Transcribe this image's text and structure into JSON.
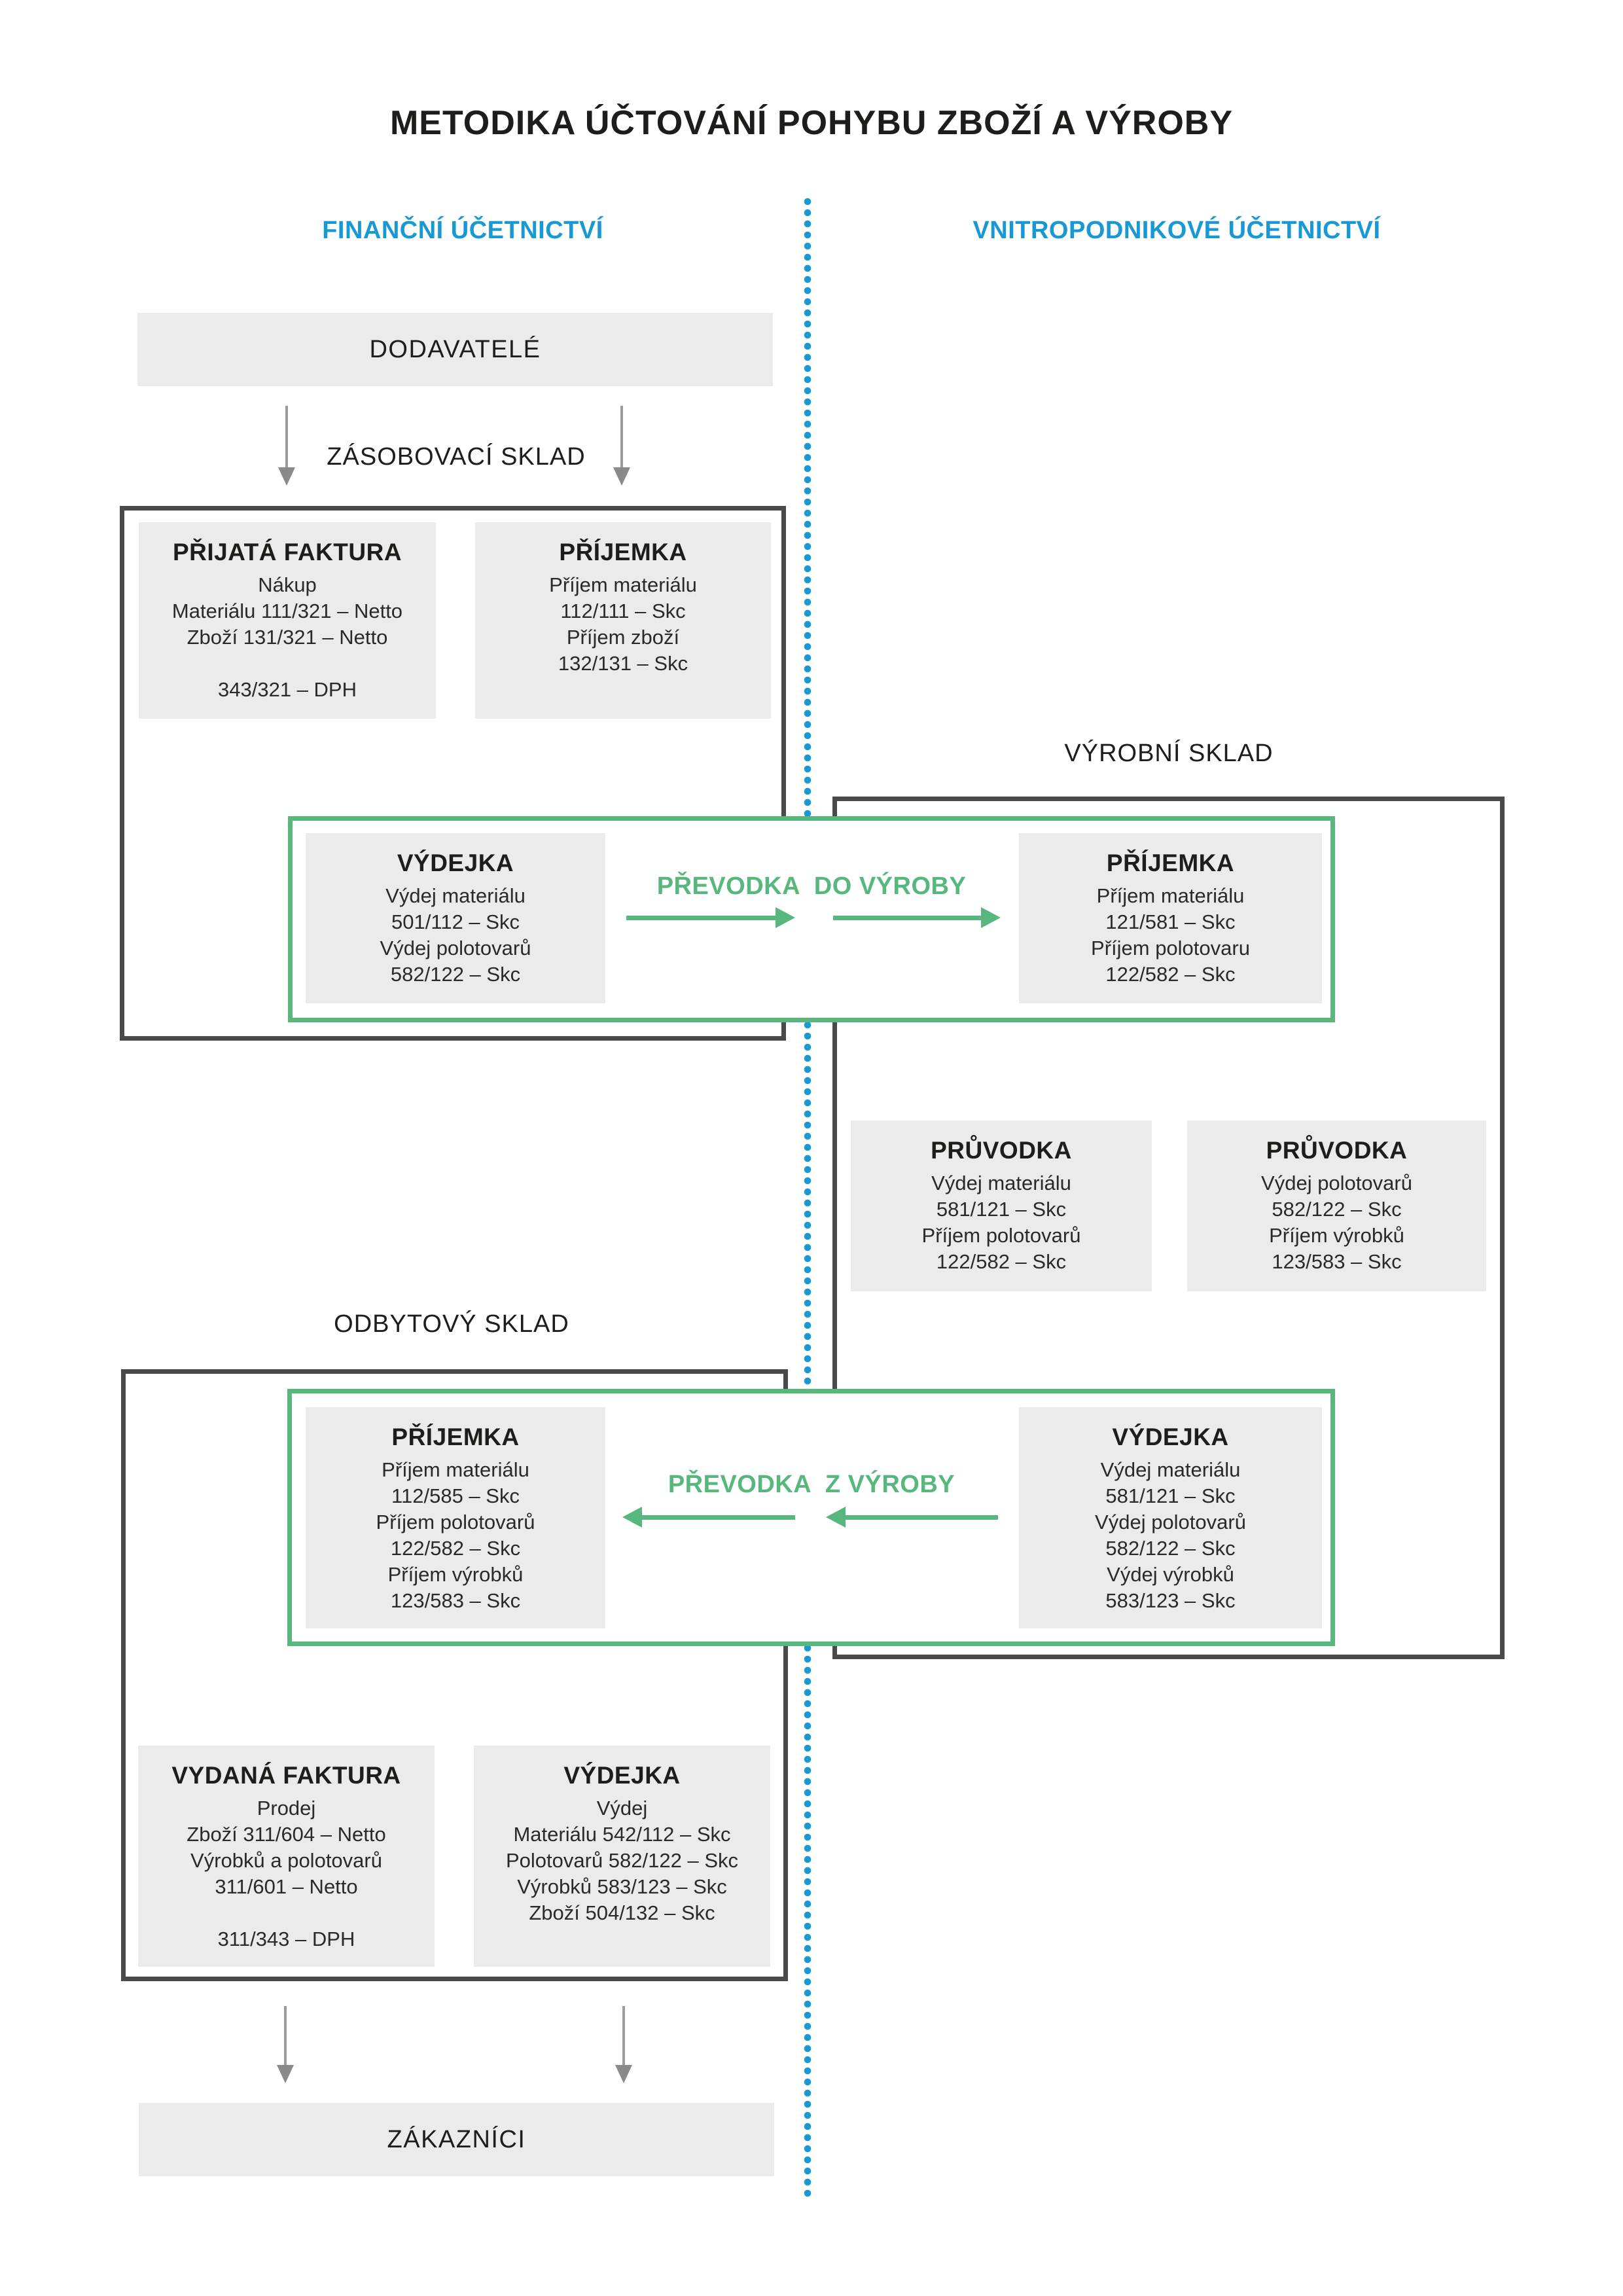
{
  "title": "METODIKA ÚČTOVÁNÍ POHYBU ZBOŽÍ A VÝROBY",
  "sections": {
    "left": "FINANČNÍ ÚČETNICTVÍ",
    "right": "VNITROPODNIKOVÉ ÚČETNICTVÍ"
  },
  "endpoints": {
    "suppliers": "DODAVATELÉ",
    "customers": "ZÁKAZNÍCI"
  },
  "warehouses": {
    "supply": "ZÁSOBOVACÍ SKLAD",
    "production": "VÝROBNÍ SKLAD",
    "sales": "ODBYTOVÝ SKLAD"
  },
  "transfers": {
    "to_production": "PŘEVODKA  DO VÝROBY",
    "from_production": "PŘEVODKA  Z VÝROBY"
  },
  "cards": {
    "prijata_faktura": {
      "title": "PŘIJATÁ FAKTURA",
      "lines": [
        "Nákup",
        "Materiálu 111/321 – Netto",
        "Zboží 131/321 – Netto",
        "",
        "343/321 – DPH"
      ]
    },
    "prijemka_supply": {
      "title": "PŘÍJEMKA",
      "lines": [
        "Příjem materiálu",
        "112/111 – Skc",
        "Příjem zboží",
        "132/131 – Skc"
      ]
    },
    "vydejka_to_production": {
      "title": "VÝDEJKA",
      "lines": [
        "Výdej materiálu",
        "501/112 – Skc",
        "Výdej polotovarů",
        "582/122 – Skc"
      ]
    },
    "prijemka_production": {
      "title": "PŘÍJEMKA",
      "lines": [
        "Příjem materiálu",
        "121/581 – Skc",
        "Příjem polotovaru",
        "122/582 – Skc"
      ]
    },
    "pruvodka_1": {
      "title": "PRŮVODKA",
      "lines": [
        "Výdej materiálu",
        "581/121 – Skc",
        "Příjem polotovarů",
        "122/582 – Skc"
      ]
    },
    "pruvodka_2": {
      "title": "PRŮVODKA",
      "lines": [
        "Výdej polotovarů",
        "582/122 – Skc",
        "Příjem výrobků",
        "123/583 – Skc"
      ]
    },
    "prijemka_sales": {
      "title": "PŘÍJEMKA",
      "lines": [
        "Příjem materiálu",
        "112/585 – Skc",
        "Příjem polotovarů",
        "122/582 – Skc",
        "Příjem výrobků",
        "123/583 – Skc"
      ]
    },
    "vydejka_from_production": {
      "title": "VÝDEJKA",
      "lines": [
        "Výdej materiálu",
        "581/121 – Skc",
        "Výdej polotovarů",
        "582/122 – Skc",
        "Výdej výrobků",
        "583/123 – Skc"
      ]
    },
    "vydana_faktura": {
      "title": "VYDANÁ FAKTURA",
      "lines": [
        "Prodej",
        "Zboží 311/604 – Netto",
        "Výrobků a polotovarů",
        "311/601 – Netto",
        "",
        "311/343 – DPH"
      ]
    },
    "vydejka_sales": {
      "title": "VÝDEJKA",
      "lines": [
        "Výdej",
        "Materiálu 542/112 – Skc",
        "Polotovarů 582/122 – Skc",
        "Výrobků 583/123 – Skc",
        "Zboží 504/132 – Skc"
      ]
    }
  },
  "colors": {
    "accent_blue": "#1899d6",
    "accent_green": "#57b77c",
    "card_gray": "#ebebeb",
    "frame_dark": "#4a4a4a",
    "arrow_gray": "#8a8a8a"
  }
}
